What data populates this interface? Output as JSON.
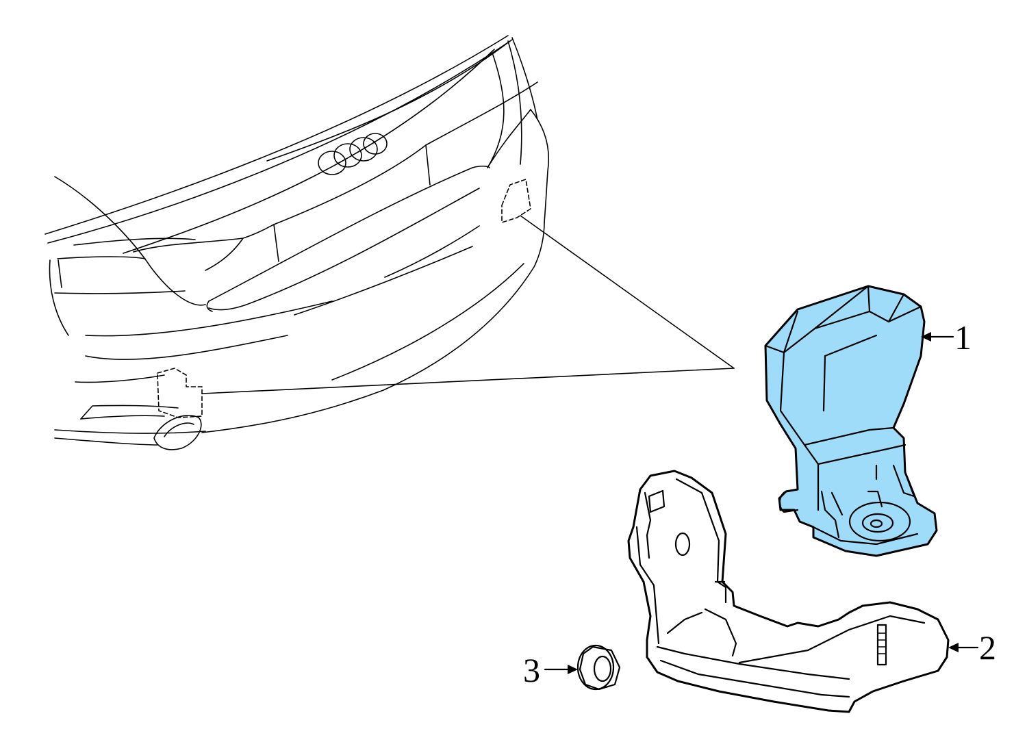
{
  "diagram": {
    "highlight_color": "#9fdcf9",
    "line_color": "#000000",
    "callouts": [
      {
        "number": "1",
        "part": "sensor-housing"
      },
      {
        "number": "2",
        "part": "mounting-bracket"
      },
      {
        "number": "3",
        "part": "nut"
      }
    ]
  }
}
